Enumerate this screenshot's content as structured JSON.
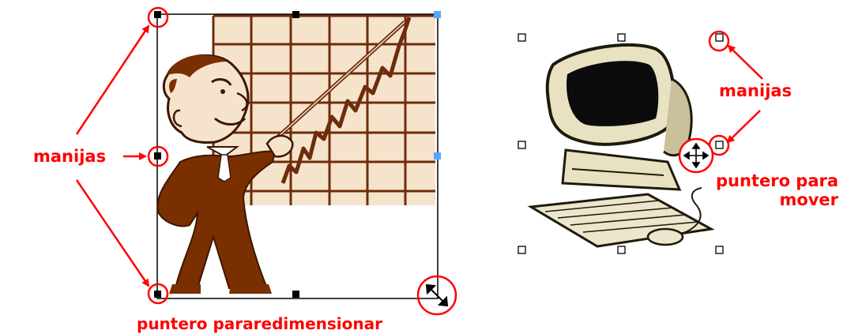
{
  "colors": {
    "annotation": "#ff0000",
    "chart_grid_fill": "#f6e3cc",
    "chart_grid_lines": "#6e2c0c",
    "figure_brown": "#7a2f00",
    "selection_border": "#000000",
    "handle_blue": "#55a6ff"
  },
  "left_figure": {
    "icons": [
      "businessman-pointing-chart-image",
      "resize-pointer-icon"
    ],
    "annotations": {
      "handles_label": "manijas",
      "resize_pointer_label": "puntero pararedimensionar"
    }
  },
  "right_figure": {
    "icons": [
      "computer-clipart-image",
      "move-pointer-icon"
    ],
    "annotations": {
      "handles_label": "manijas",
      "move_pointer_label_line1": "puntero para",
      "move_pointer_label_line2": "mover"
    }
  }
}
